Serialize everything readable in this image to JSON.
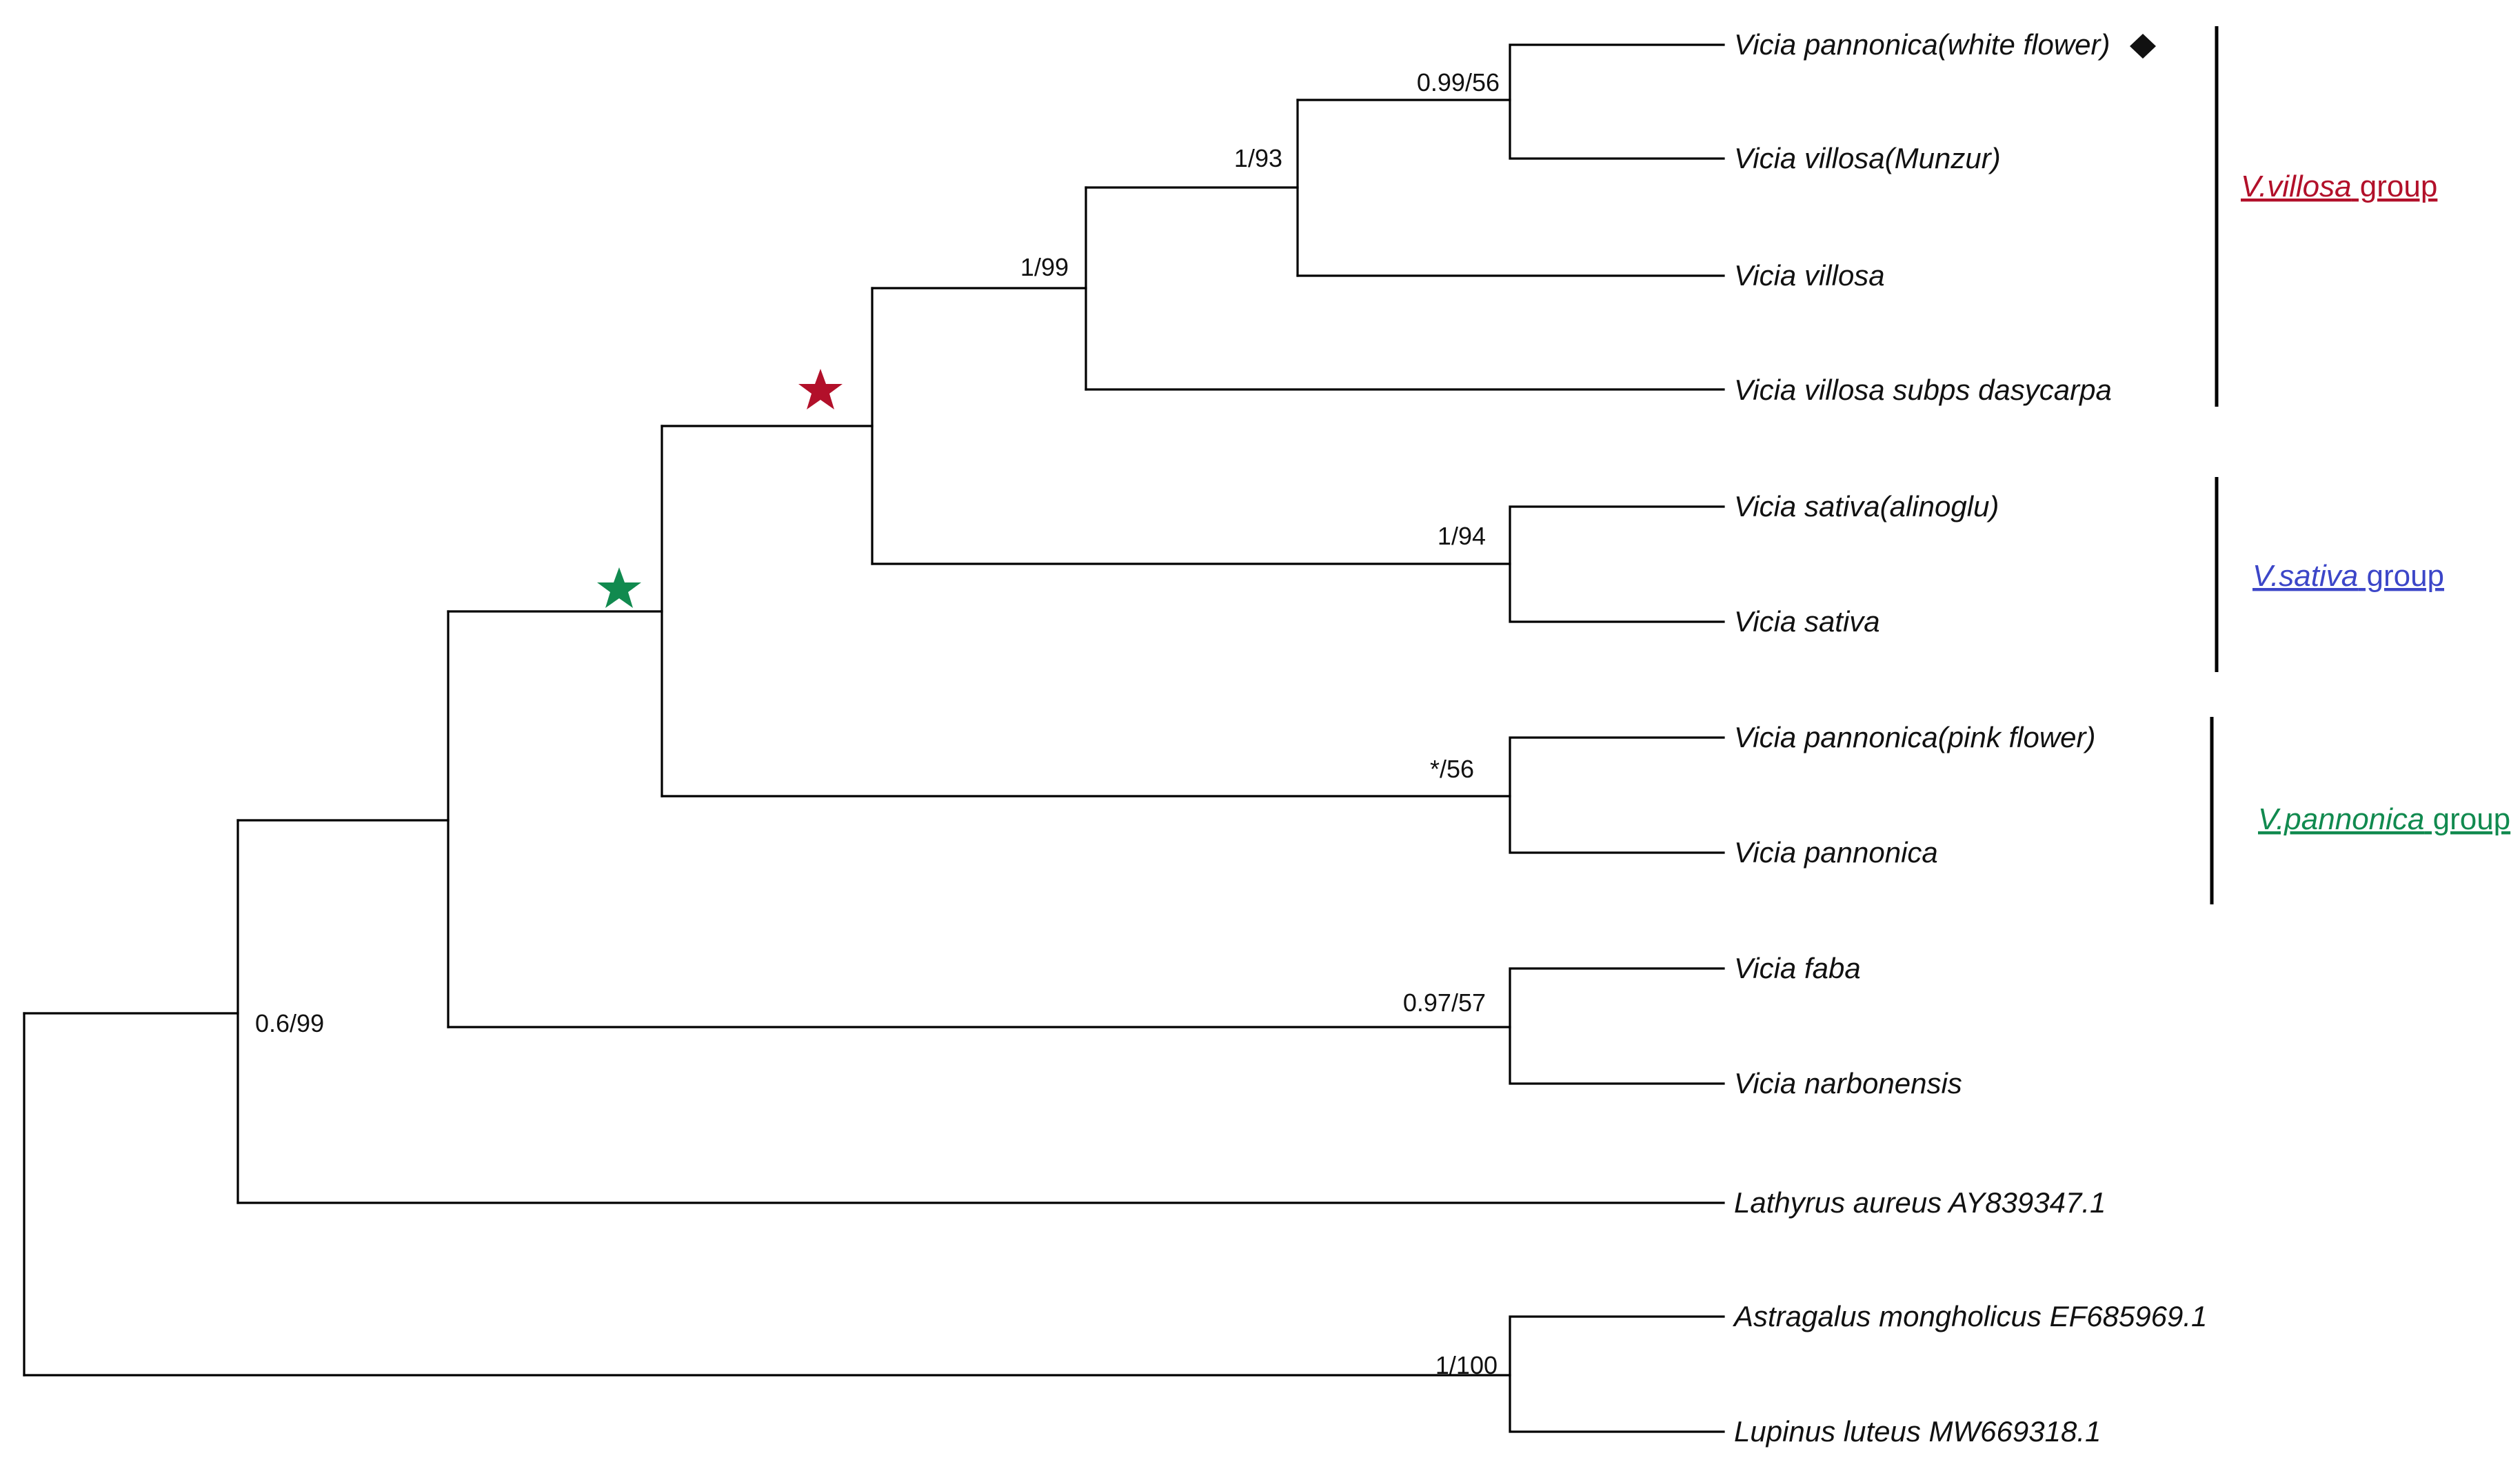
{
  "diagram": {
    "type": "phylogenetic-tree",
    "taxa": [
      "Vicia pannonica(white flower)",
      "Vicia villosa(Munzur)",
      "Vicia villosa",
      "Vicia villosa subps dasycarpa",
      "Vicia sativa(alinoglu)",
      "Vicia sativa",
      "Vicia pannonica(pink flower)",
      "Vicia pannonica",
      "Vicia faba",
      "Vicia narbonensis",
      "Lathyrus aureus AY839347.1",
      "Astragalus mongholicus EF685969.1",
      "Lupinus luteus MW669318.1"
    ],
    "support_values": [
      "0.99/56",
      "1/93",
      "1/99",
      "1/94",
      "*/56",
      "0.97/57",
      "0.6/99",
      "1/100"
    ],
    "groups": [
      {
        "italic": "V.villosa",
        "rest": " group",
        "color": "#b2102a"
      },
      {
        "italic": "V.sativa",
        "rest": " group",
        "color": "#3c46c8"
      },
      {
        "italic": "V.pannonica",
        "rest": " group",
        "color": "#118a4f"
      }
    ],
    "markers": [
      {
        "icon": "star-icon",
        "color": "#b2102a"
      },
      {
        "icon": "star-icon",
        "color": "#118a4f"
      },
      {
        "icon": "diamond-icon",
        "color": "#111111"
      }
    ]
  }
}
